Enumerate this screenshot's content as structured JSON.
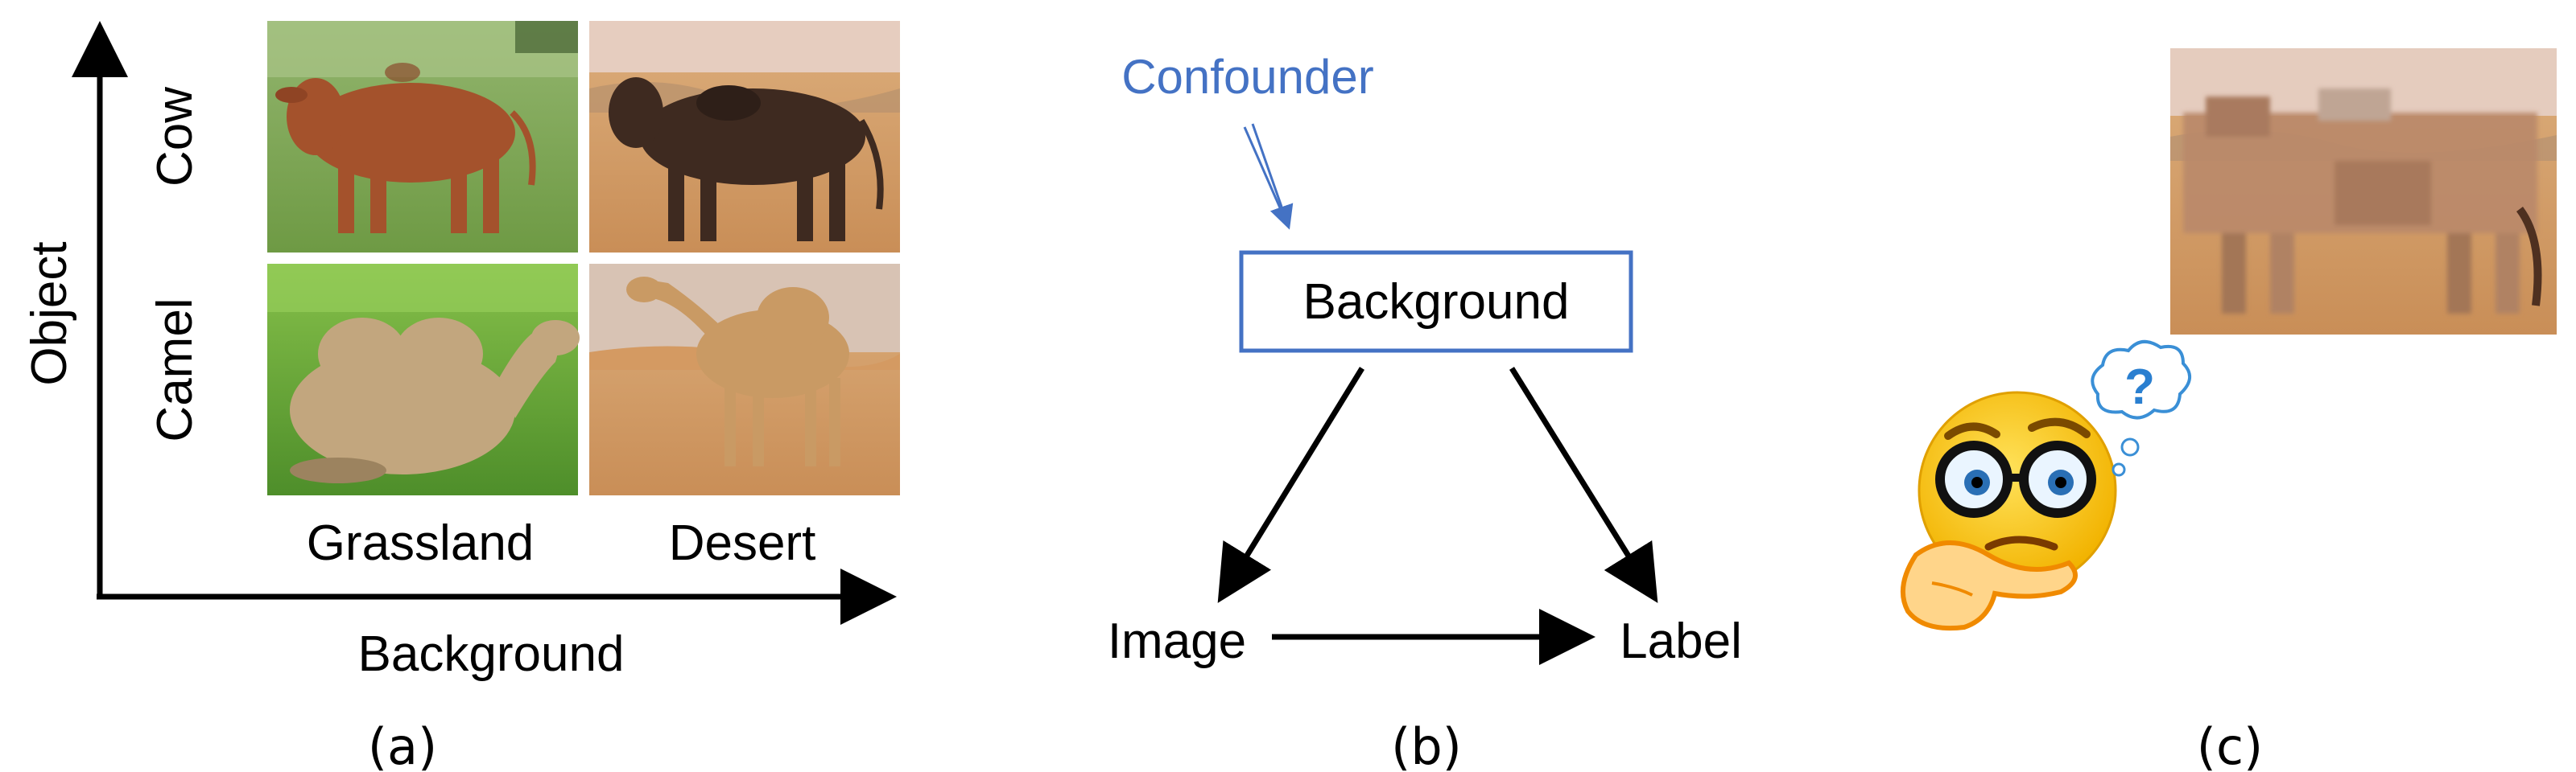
{
  "panel_a": {
    "y_axis_label": "Object",
    "x_axis_label": "Background",
    "rows": [
      "Cow",
      "Camel"
    ],
    "columns": [
      "Grassland",
      "Desert"
    ],
    "caption": "(a)"
  },
  "panel_b": {
    "confounder_label": "Confounder",
    "nodes": {
      "background": "Background",
      "image": "Image",
      "label": "Label"
    },
    "caption": "(b)"
  },
  "panel_c": {
    "thought_symbol": "?",
    "caption": "(c)"
  },
  "colors": {
    "accent_blue": "#4472c4",
    "grass": "#7fa655",
    "desert": "#d9a06a",
    "cow_brown": "#a4522c",
    "cow_dark": "#3e2a20",
    "camel": "#c99a64",
    "emoji_yellow": "#f5c400"
  }
}
